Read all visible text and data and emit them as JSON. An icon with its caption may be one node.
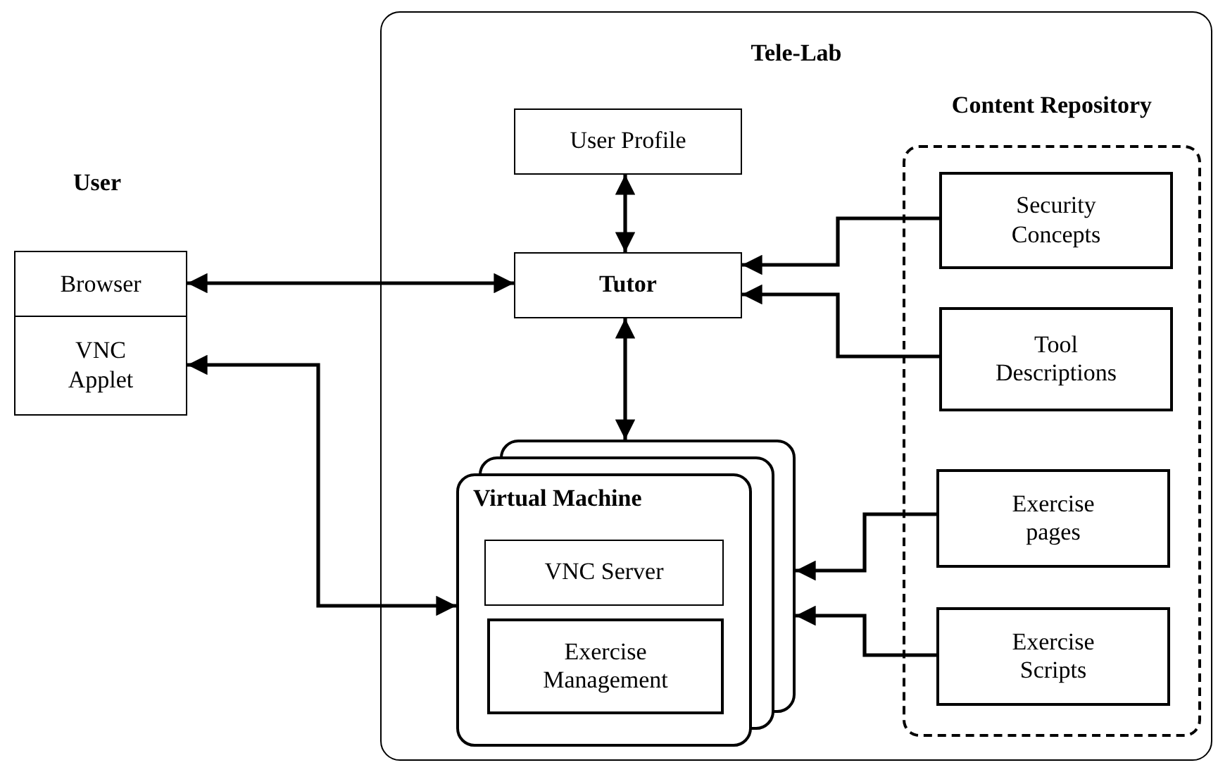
{
  "diagram": {
    "nodes": [
      {
        "text": [
          "Tele-Lab"
        ]
      },
      {
        "text": [
          "Browser"
        ]
      },
      {
        "text": [
          "VNC Applet"
        ]
      },
      {
        "text": [
          "User Profile"
        ],
        "in": 0
      },
      {
        "text": [
          "Tutor"
        ],
        "in": 0
      },
      {
        "text": [
          "Content Repository"
        ],
        "in": 0
      },
      {
        "text": [
          "Security Concepts"
        ],
        "in": 5
      },
      {
        "text": [
          "Tool Descriptions"
        ],
        "in": 5
      },
      {
        "text": [
          "Virtual Machine"
        ],
        "in": 0
      },
      {
        "text": [
          "VNC Server"
        ],
        "in": 8
      },
      {
        "text": [
          "Exercise Management"
        ],
        "in": 8
      },
      {
        "text": [
          "Exercise pages"
        ],
        "in": 5
      },
      {
        "text": [
          "Exercise Scripts"
        ],
        "in": 5
      }
    ],
    "edges": [
      {
        "from": 1,
        "to": 4,
        "arrow": "both"
      },
      {
        "from": 2,
        "to": 8,
        "arrow": "both"
      },
      {
        "from": 3,
        "to": 4,
        "arrow": "both"
      },
      {
        "from": 4,
        "to": 8,
        "arrow": "both"
      },
      {
        "from": 6,
        "to": 4,
        "arrow": "to"
      },
      {
        "from": 7,
        "to": 4,
        "arrow": "to"
      },
      {
        "from": 11,
        "to": 8,
        "arrow": "to"
      },
      {
        "from": 12,
        "to": 8,
        "arrow": "to"
      }
    ],
    "labels": [
      "User"
    ]
  }
}
